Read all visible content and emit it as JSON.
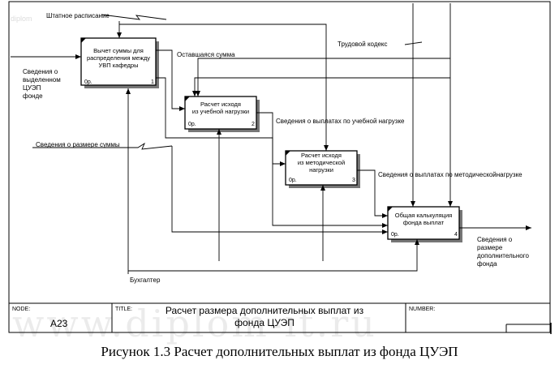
{
  "watermark_top": "diplom",
  "watermark_bottom": "www.diplom-it.ru",
  "boxes": [
    {
      "lines": [
        "Вычет суммы для",
        "распределения между",
        "УВП кафедры"
      ],
      "cost": "0р.",
      "num": "1"
    },
    {
      "lines": [
        "Расчет исходя",
        "из учебной нагрузки"
      ],
      "cost": "0р.",
      "num": "2"
    },
    {
      "lines": [
        "Расчет исходя",
        "из методической",
        "нагрузки"
      ],
      "cost": "0р.",
      "num": "3"
    },
    {
      "lines": [
        "Общая калькуляция",
        "фонда выплат"
      ],
      "cost": "0р.",
      "num": "4"
    }
  ],
  "arrows": {
    "shtatnoe": "Штатное расписание",
    "trudovoy": "Трудовой кодекс",
    "ostavshayasya": "Оставшаяся сумма",
    "svedeniya_fond": [
      "Сведения о",
      "выделенном",
      "ЦУЭП",
      "фонде"
    ],
    "svedeniya_razmer": "Сведения о размере суммы",
    "vyplaty_uchebnoy": "Сведения о выплатах по учебной нагрузке",
    "vyplaty_metod": "Сведения о выплатах по методическойнагрузке",
    "buhgalter": "Бухгалтер",
    "svedeniya_dop": [
      "Сведения о",
      "размере",
      "дополнительного",
      "фонда"
    ]
  },
  "footer": {
    "node_label": "NODE:",
    "node_value": "A23",
    "title_label": "TITLE:",
    "title_lines": [
      "Расчет размера  дополнительных выплат  из",
      "фонда ЦУЭП"
    ],
    "number_label": "NUMBER:"
  },
  "caption": "Рисунок 1.3 Расчет дополнительных выплат из фонда ЦУЭП"
}
